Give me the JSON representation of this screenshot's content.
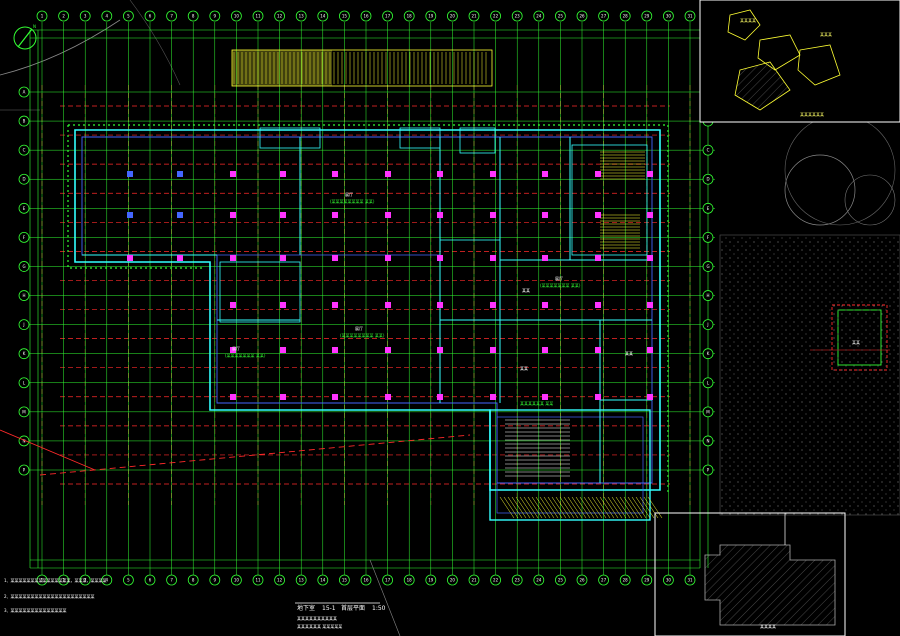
{
  "title_block": {
    "sheet_label": "地下室",
    "sheet_number": "15-1",
    "plan_name": "首层平面",
    "scale": "1:50",
    "line2": "某某某某某某某某某某",
    "line3": "某某某某某某 某某某某某"
  },
  "room_labels": {
    "main_hall": "展厅",
    "main_hall_area": "(某某某某某某某某 某某)",
    "central": "展厅",
    "central_area": "(某某某某某某某某 某某)",
    "west": "展厅",
    "west_area": "(某某某某某某某 某某)",
    "east": "展厅",
    "east_area": "(某某某某某某某 某某)",
    "east_room_1": "某某",
    "east_room_2": "某某",
    "east_room_3": "某某",
    "south_hall": "某某某某某某 某某",
    "pavilion": "某某",
    "annex": "某某某某"
  },
  "notes": [
    "1、某某某某某某某某某某某某某某某，某某某，某某某某",
    "2、某某某某某某某某某某某某某某某某某某某某某",
    "3、某某某某某某某某某某某某某某"
  ],
  "key_plan": {
    "label_1": "某某某某",
    "label_2": "某某某",
    "caption": "某某某某某某"
  },
  "north_arrow": {
    "label": "N"
  },
  "grid_columns": [
    "1",
    "2",
    "3",
    "4",
    "5",
    "6",
    "7",
    "8",
    "9",
    "10",
    "11",
    "12",
    "13",
    "14",
    "15",
    "16",
    "17",
    "18",
    "19",
    "20",
    "21",
    "22",
    "23",
    "24",
    "25",
    "26",
    "27",
    "28",
    "29",
    "30",
    "31"
  ],
  "grid_rows": [
    "A",
    "B",
    "C",
    "D",
    "E",
    "F",
    "G",
    "H",
    "J",
    "K",
    "L",
    "M",
    "N",
    "P"
  ],
  "colors": {
    "grid_red": "#ff2a2a",
    "dim_green": "#33ff33",
    "wall_cyan": "#33ffff",
    "wall_blue": "#4466ff",
    "column_magenta": "#ff33ff",
    "stair_yellow": "#ffff33",
    "label_white": "#ffffff",
    "background": "#000000"
  }
}
